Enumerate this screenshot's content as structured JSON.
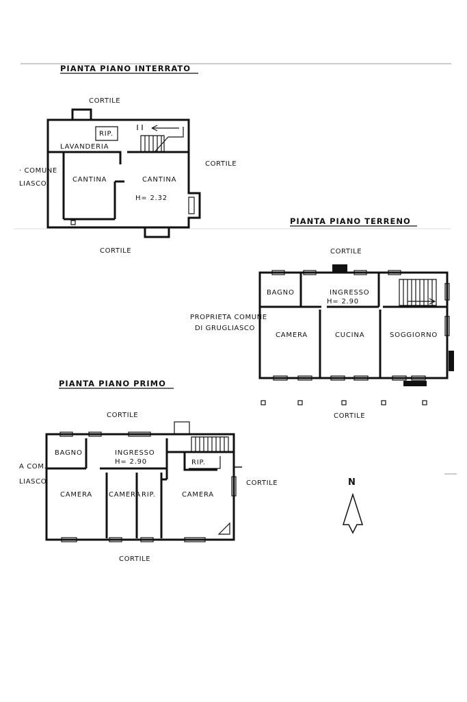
{
  "plans": {
    "interrato": {
      "title": "PIANTA PIANO INTERRATO",
      "surroundings": {
        "north": "CORTILE",
        "east": "CORTILE",
        "south": "CORTILE",
        "west_1": "· COMUNE",
        "west_2": "LIASCO"
      },
      "rooms": {
        "rip": "RIP.",
        "lavanderia": "LAVANDERIA",
        "cantina_1": "CANTINA",
        "cantina_2": "CANTINA",
        "height": "H= 2.32"
      }
    },
    "terreno": {
      "title": "PIANTA PIANO TERRENO",
      "surroundings": {
        "north": "CORTILE",
        "south": "CORTILE",
        "west_1": "PROPRIETA COMUNE",
        "west_2": "DI GRUGLIASCO"
      },
      "rooms": {
        "bagno": "BAGNO",
        "ingresso": "INGRESSO",
        "height": "H= 2.90",
        "camera": "CAMERA",
        "cucina": "CUCINA",
        "soggiorno": "SOGGIORNO"
      }
    },
    "primo": {
      "title": "PIANTA PIANO PRIMO",
      "surroundings": {
        "north": "CORTILE",
        "east": "CORTILE",
        "south": "CORTILE",
        "west_1": "A COM.",
        "west_2": "LIASCO"
      },
      "rooms": {
        "bagno": "BAGNO",
        "ingresso": "INGRESSO",
        "height": "H= 2.90",
        "rip_upper": "RIP.",
        "camera_1": "CAMERA",
        "camera_2": "CAMERA",
        "rip_lower": "RIP.",
        "camera_3": "CAMERA"
      }
    }
  },
  "north_arrow": {
    "label": "N"
  }
}
